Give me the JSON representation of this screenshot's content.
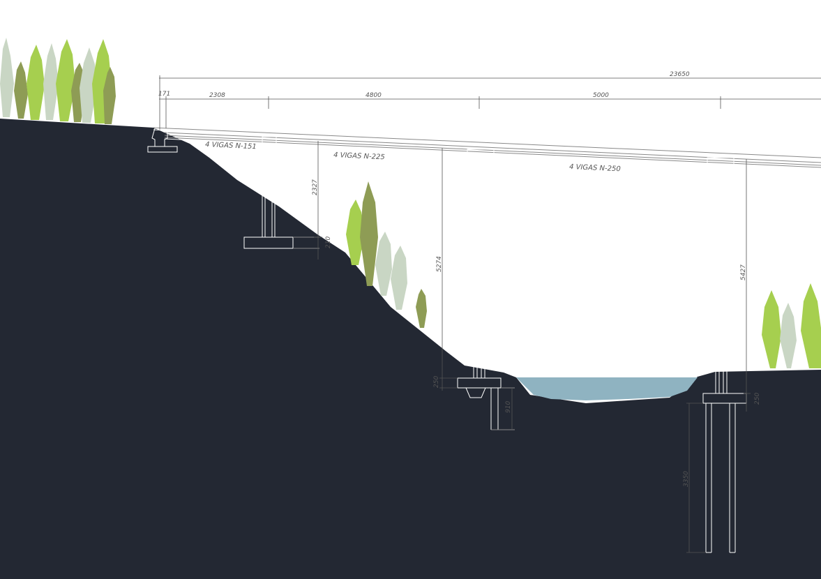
{
  "dimensions": {
    "total": "23650",
    "seg_a": "171",
    "seg_b": "2308",
    "seg_c": "4800",
    "seg_d": "5000",
    "pier1_height": "2327",
    "pier1_footing": "210",
    "pier2_height": "5274",
    "pier2_footing": "250",
    "pier2_pile": "910",
    "pier3_height": "5427",
    "pier3_footing": "250",
    "pier3_pile": "3350"
  },
  "beam_labels": {
    "span1": "4 VIGAS N-151",
    "span2": "4 VIGAS N-225",
    "span3": "4 VIGAS N-250"
  },
  "colors": {
    "ground": "#232833",
    "water": "#8fb3c1",
    "structure": "#ffffff",
    "dim_line": "#555555",
    "tree_light": "#a6cf4f",
    "tree_pale": "#c9d6c4",
    "tree_olive": "#8e9c55"
  },
  "icons": [
    "tree-icon"
  ]
}
